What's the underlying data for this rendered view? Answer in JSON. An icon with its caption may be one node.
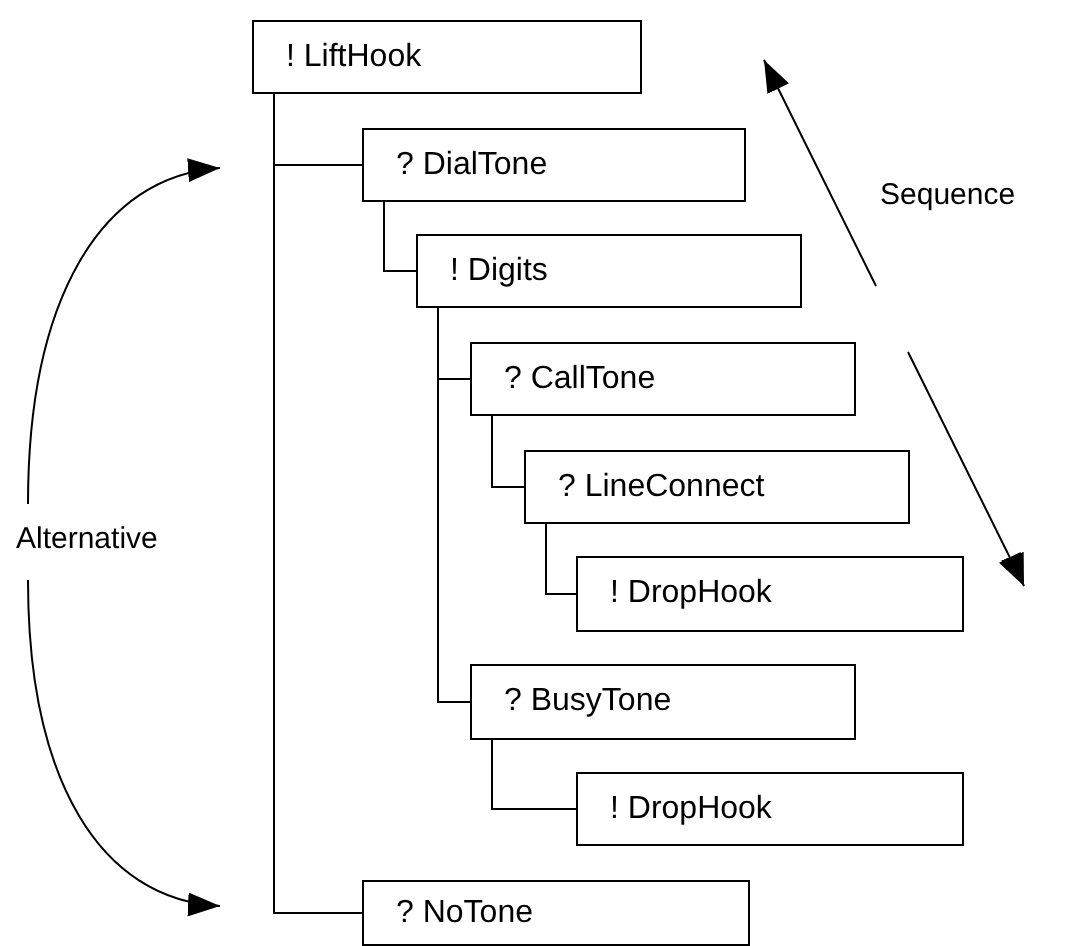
{
  "diagram": {
    "nodes": [
      {
        "text": [
          "! LiftHook"
        ]
      },
      {
        "text": [
          "? DialTone"
        ]
      },
      {
        "text": [
          "! Digits"
        ]
      },
      {
        "text": [
          "? CallTone"
        ]
      },
      {
        "text": [
          "? LineConnect"
        ]
      },
      {
        "text": [
          "! DropHook"
        ]
      },
      {
        "text": [
          "? BusyTone"
        ]
      },
      {
        "text": [
          "! DropHook"
        ]
      },
      {
        "text": [
          "? NoTone"
        ]
      }
    ],
    "edges": [
      {
        "from": 0,
        "to": 1,
        "arrow": "none"
      },
      {
        "from": 0,
        "to": 8,
        "arrow": "none"
      },
      {
        "from": 1,
        "to": 2,
        "arrow": "none"
      },
      {
        "from": 2,
        "to": 3,
        "arrow": "none"
      },
      {
        "from": 2,
        "to": 6,
        "arrow": "none"
      },
      {
        "from": 3,
        "to": 4,
        "arrow": "none"
      },
      {
        "from": 4,
        "to": 5,
        "arrow": "none"
      },
      {
        "from": 6,
        "to": 7,
        "arrow": "none"
      }
    ],
    "labels": [
      "Sequence",
      "Alternative"
    ]
  }
}
